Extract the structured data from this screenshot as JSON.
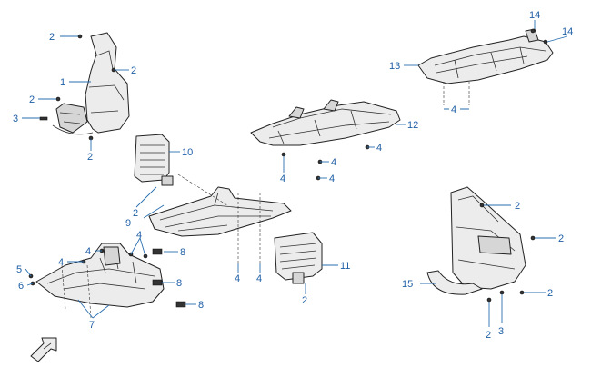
{
  "callouts": [
    {
      "id": "c1",
      "text": "2"
    },
    {
      "id": "c2",
      "text": "2"
    },
    {
      "id": "c3",
      "text": "1"
    },
    {
      "id": "c4",
      "text": "2"
    },
    {
      "id": "c5",
      "text": "3"
    },
    {
      "id": "c6",
      "text": "2"
    },
    {
      "id": "c7",
      "text": "10"
    },
    {
      "id": "c8",
      "text": "2"
    },
    {
      "id": "c9",
      "text": "9"
    },
    {
      "id": "c10",
      "text": "4"
    },
    {
      "id": "c11",
      "text": "4"
    },
    {
      "id": "c12",
      "text": "8"
    },
    {
      "id": "c13",
      "text": "4"
    },
    {
      "id": "c14",
      "text": "5"
    },
    {
      "id": "c15",
      "text": "6"
    },
    {
      "id": "c16",
      "text": "8"
    },
    {
      "id": "c17",
      "text": "7"
    },
    {
      "id": "c18",
      "text": "8"
    },
    {
      "id": "c19",
      "text": "4"
    },
    {
      "id": "c20",
      "text": "4"
    },
    {
      "id": "c21",
      "text": "11"
    },
    {
      "id": "c22",
      "text": "2"
    },
    {
      "id": "c23",
      "text": "12"
    },
    {
      "id": "c24",
      "text": "4"
    },
    {
      "id": "c25",
      "text": "4"
    },
    {
      "id": "c26",
      "text": "4"
    },
    {
      "id": "c27",
      "text": "4"
    },
    {
      "id": "c28",
      "text": "14"
    },
    {
      "id": "c29",
      "text": "14"
    },
    {
      "id": "c30",
      "text": "13"
    },
    {
      "id": "c31",
      "text": "4"
    },
    {
      "id": "c32",
      "text": "2"
    },
    {
      "id": "c33",
      "text": "2"
    },
    {
      "id": "c34",
      "text": "15"
    },
    {
      "id": "c35",
      "text": "2"
    },
    {
      "id": "c36",
      "text": "2"
    },
    {
      "id": "c37",
      "text": "3"
    }
  ]
}
